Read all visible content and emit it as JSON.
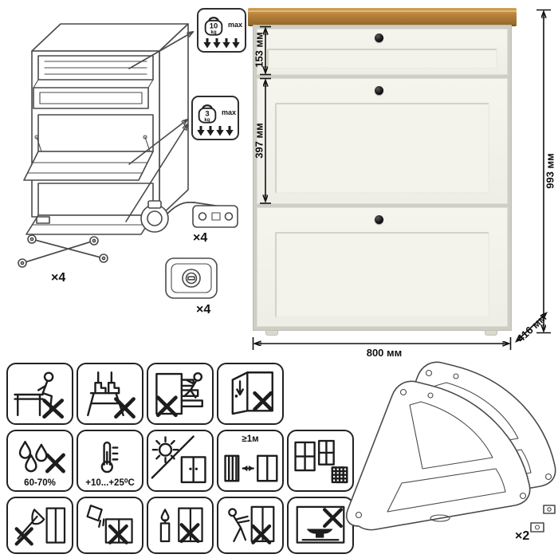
{
  "callouts": {
    "drawer_weight": {
      "value": "10",
      "unit": "kg",
      "max_label": "max"
    },
    "flap_weight": {
      "value": "3",
      "unit": "kg",
      "max_label": "max"
    }
  },
  "hardware": {
    "stay_arm_count": "×4",
    "hinge_count": "×4",
    "cam_plate_count": "×4",
    "side_frame_count": "×2"
  },
  "dimensions": {
    "drawer_height": "153 мм",
    "flap_height": "397 мм",
    "total_height": "993 мм",
    "width": "800 мм",
    "depth": "416 мм"
  },
  "care": {
    "humidity_range": "60-70%",
    "temperature_range": "+10...+25⁰С",
    "min_heat_distance": "≥1м"
  },
  "colors": {
    "wood_top": "#b5813a",
    "cabinet_body": "#f2f1ea",
    "line_art": "#4a4a4a"
  }
}
